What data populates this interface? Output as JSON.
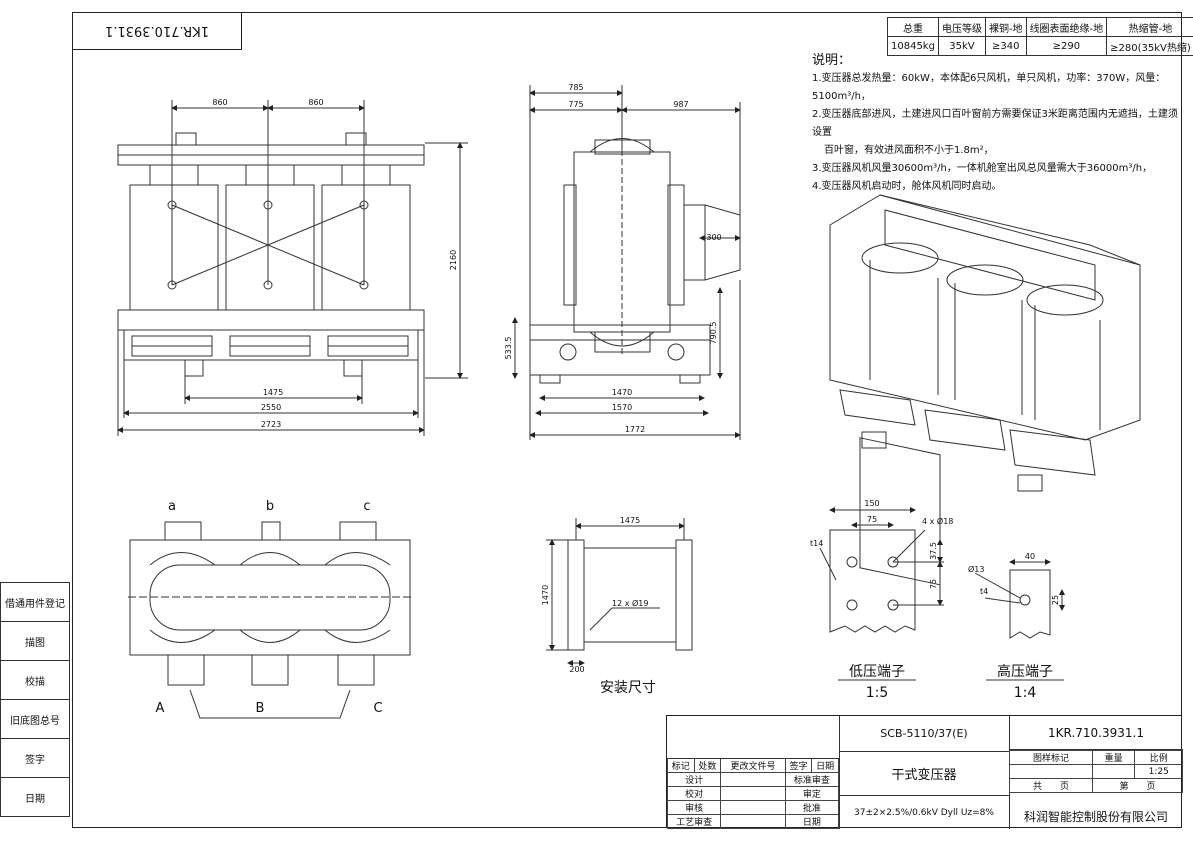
{
  "drawing_number": "1KR.710.3931.1",
  "spec_table": {
    "headers": [
      "总重",
      "电压等级",
      "裸铜-地",
      "线圈表面绝缘-地",
      "热缩管-地"
    ],
    "values": [
      "10845kg",
      "35kV",
      "≥340",
      "≥290",
      "≥280(35kV热缩)"
    ]
  },
  "notes": {
    "title": "说明：",
    "items": [
      "1.变压器总发热量：60kW，本体配6只风机，单只风机，功率：370W，风量：5100m³/h，",
      "2.变压器底部进风，土建进风口百叶窗前方需要保证3米距离范围内无遮挡，土建须设置",
      "百叶窗，有效进风面积不小于1.8m²，",
      "3.变压器风机风量30600m³/h，一体机舱室出风总风量需大于36000m³/h，",
      "4.变压器风机启动时，舱体风机同时启动。"
    ]
  },
  "front_view": {
    "dims": [
      "860",
      "860",
      "2160",
      "1475",
      "2550",
      "2723"
    ]
  },
  "side_view": {
    "dims": [
      "785",
      "775",
      "987",
      "300",
      "790.5",
      "533.5",
      "1470",
      "1570",
      "1772"
    ]
  },
  "plan_view": {
    "phase_top": [
      "a",
      "b",
      "c"
    ],
    "phase_bottom": [
      "A",
      "B",
      "C"
    ]
  },
  "install": {
    "dims": [
      "1475",
      "1470",
      "200"
    ],
    "hole_note": "12 x Ø19",
    "label": "安装尺寸"
  },
  "lv_terminal": {
    "dims": [
      "150",
      "75",
      "37.5",
      "75",
      "t14"
    ],
    "hole_note": "4 x Ø18",
    "label": "低压端子",
    "scale": "1:5"
  },
  "hv_terminal": {
    "dims": [
      "40",
      "25",
      "t4"
    ],
    "hole_note": "Ø13",
    "label": "高压端子",
    "scale": "1:4"
  },
  "side_panel": [
    "借通用件登记",
    "描图",
    "校描",
    "旧底图总号",
    "签字",
    "日期"
  ],
  "title_block": {
    "model": "SCB-5110/37(E)",
    "drawing_number": "1KR.710.3931.1",
    "name": "干式变压器",
    "voltage": "37±2×2.5%/0.6kV Dyll Uz=8%",
    "company": "科润智能控制股份有限公司",
    "rev_headers": [
      "标记",
      "处数",
      "更改文件号",
      "签字",
      "日期"
    ],
    "roles_left": [
      "设计",
      "校对",
      "审核",
      "工艺审查"
    ],
    "roles_right": [
      "标准审查",
      "审定",
      "批准",
      "日期"
    ],
    "meta_headers": [
      "图样标记",
      "重量",
      "比例"
    ],
    "scale": "1:25",
    "sheet_total": "共　　页",
    "sheet_num": "第　　页"
  },
  "colors": {
    "line": "#333333"
  }
}
